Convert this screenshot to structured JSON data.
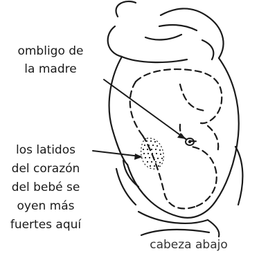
{
  "labels": {
    "navel": [
      "ombligo de",
      "la madre"
    ],
    "heartbeat": [
      "los latidos",
      "del corazón",
      "del bebé se",
      "oyen más",
      "fuertes aquí"
    ]
  },
  "caption": "cabeza abajo",
  "colors": {
    "ink": "#1a1a1a",
    "background": "#ffffff"
  }
}
